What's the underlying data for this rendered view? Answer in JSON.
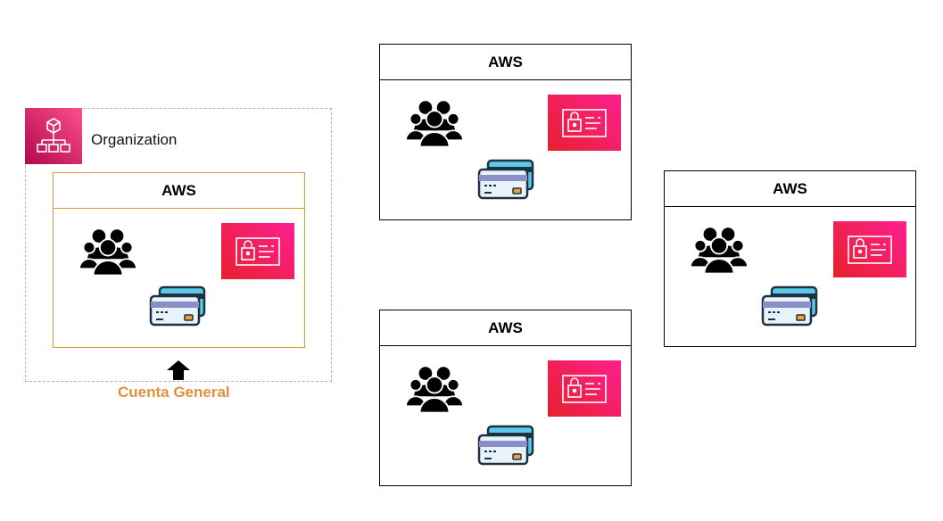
{
  "organization": {
    "label": "Organization",
    "icon": "organization-icon"
  },
  "accounts": [
    {
      "title": "AWS"
    },
    {
      "title": "AWS"
    },
    {
      "title": "AWS"
    },
    {
      "title": "AWS"
    }
  ],
  "general_account": {
    "label": "Cuenta General",
    "icon": "arrow-up-icon"
  },
  "icons": [
    "users-icon",
    "credit-card-icon",
    "id-card-lock-icon"
  ],
  "colors": {
    "accent_orange": "#e0913a",
    "inner_border": "#d79b3a",
    "org_dashed_border": "#e8a0a0",
    "id_gradient_start": "#e6202e",
    "id_gradient_end": "#ff1f8e",
    "org_gradient_start": "#b0084d",
    "org_gradient_end": "#ff4f8b"
  }
}
